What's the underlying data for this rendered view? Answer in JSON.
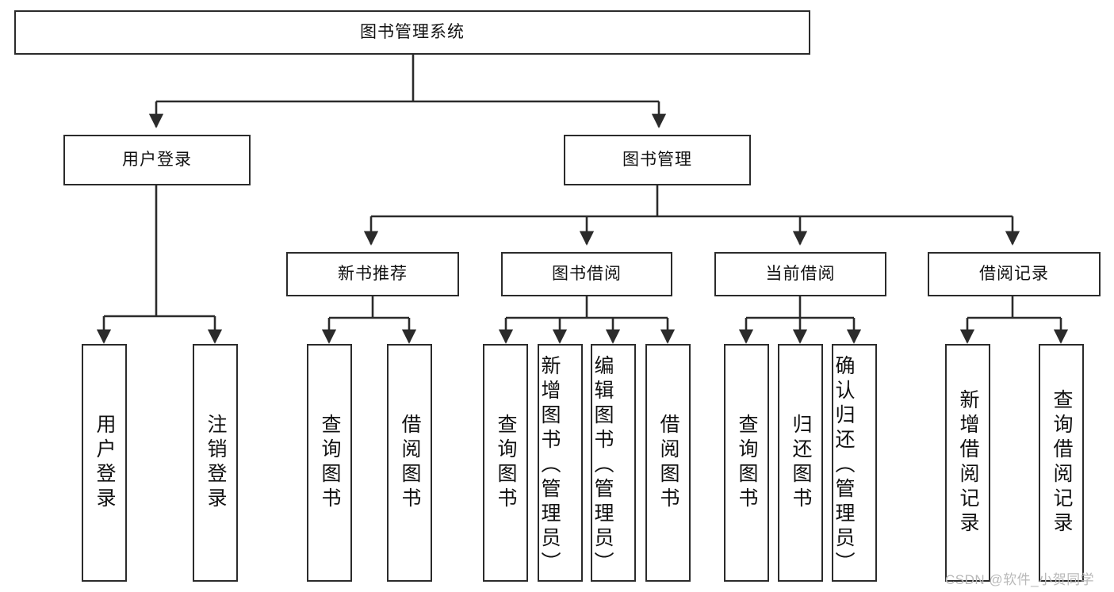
{
  "diagram": {
    "type": "tree",
    "title": "图书管理系统",
    "root": {
      "label": "图书管理系统"
    },
    "level2": [
      {
        "label": "用户登录"
      },
      {
        "label": "图书管理"
      }
    ],
    "level3": [
      {
        "label": "新书推荐"
      },
      {
        "label": "图书借阅"
      },
      {
        "label": "当前借阅"
      },
      {
        "label": "借阅记录"
      }
    ],
    "leaves": {
      "user_login": [
        {
          "label": "用户登录"
        },
        {
          "label": "注销登录"
        }
      ],
      "new_book_recommend": [
        {
          "label": "查询图书"
        },
        {
          "label": "借阅图书"
        }
      ],
      "book_borrow": [
        {
          "label": "查询图书"
        },
        {
          "label": "新增图书（管理员）"
        },
        {
          "label": "编辑图书（管理员）"
        },
        {
          "label": "借阅图书"
        }
      ],
      "current_borrow": [
        {
          "label": "查询图书"
        },
        {
          "label": "归还图书"
        },
        {
          "label": "确认归还（管理员）"
        }
      ],
      "borrow_record": [
        {
          "label": "新增借阅记录"
        },
        {
          "label": "查询借阅记录"
        }
      ]
    }
  },
  "watermark": {
    "text": "CSDN @软件_小贺同学"
  },
  "colors": {
    "stroke": "#2b2b2b",
    "fill": "#ffffff",
    "text": "#111111",
    "watermark": "#b9b9b9"
  }
}
